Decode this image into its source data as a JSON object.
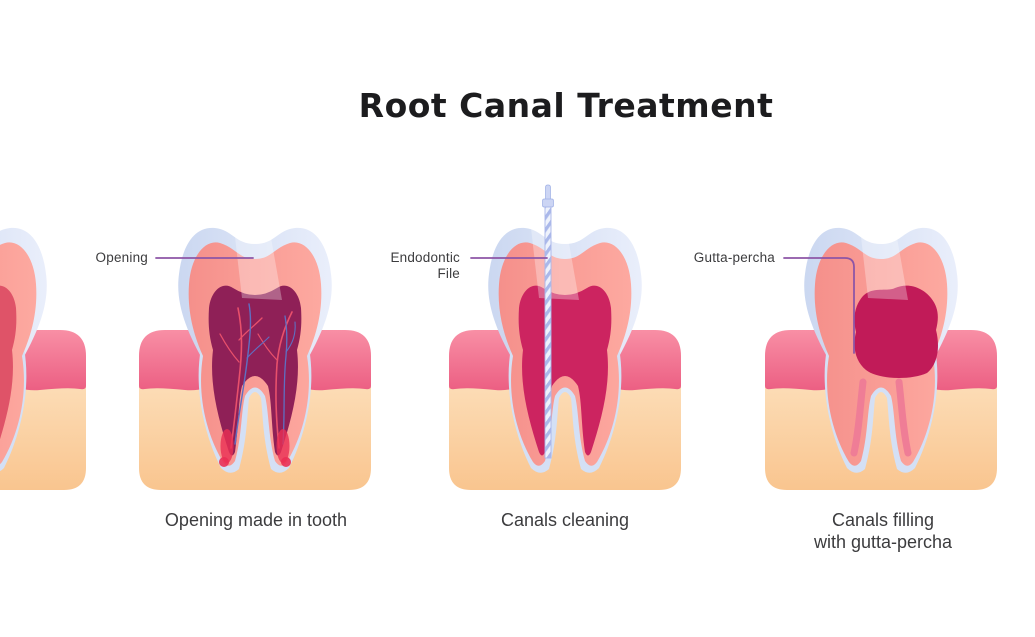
{
  "title": "Root Canal Treatment",
  "stages": [
    {
      "id": "opening",
      "label": "Opening",
      "caption": "Opening made in tooth"
    },
    {
      "id": "cleaning",
      "label": "Endodontic\nFile",
      "caption": "Canals cleaning"
    },
    {
      "id": "filling",
      "label": "Gutta-percha",
      "caption": "Canals filling\nwith gutta-percha"
    }
  ],
  "colors": {
    "title_text": "#1c1c1e",
    "label_text": "#3c3c3e",
    "pointer_purple": "#8d55a6",
    "enamel_dark": "#c9d6f0",
    "enamel_light": "#e9eefb",
    "dentin_dark": "#f5908b",
    "dentin_light": "#fda9a0",
    "root_outline": "#d4e0f5",
    "gum_light": "#f88fa5",
    "gum_dark": "#ec5f83",
    "bone_light": "#fde3c1",
    "bone_dark": "#f9c58f",
    "pulp_infected": "#8f2057",
    "pulp_cleaning": "#cc2460",
    "pulp_initial": "#df5368",
    "gutta_percha": "#c11b58",
    "canal_filled": "#ef7d96",
    "apex_red": "#ea2f54",
    "vessel_red": "#e8506b",
    "vessel_blue": "#5f6fc2",
    "file_body": "#ccd5f4",
    "file_stripe": "#aab8ea",
    "file_outline": "#9fb0e6",
    "highlight": "#ffffff",
    "background": "#ffffff"
  }
}
